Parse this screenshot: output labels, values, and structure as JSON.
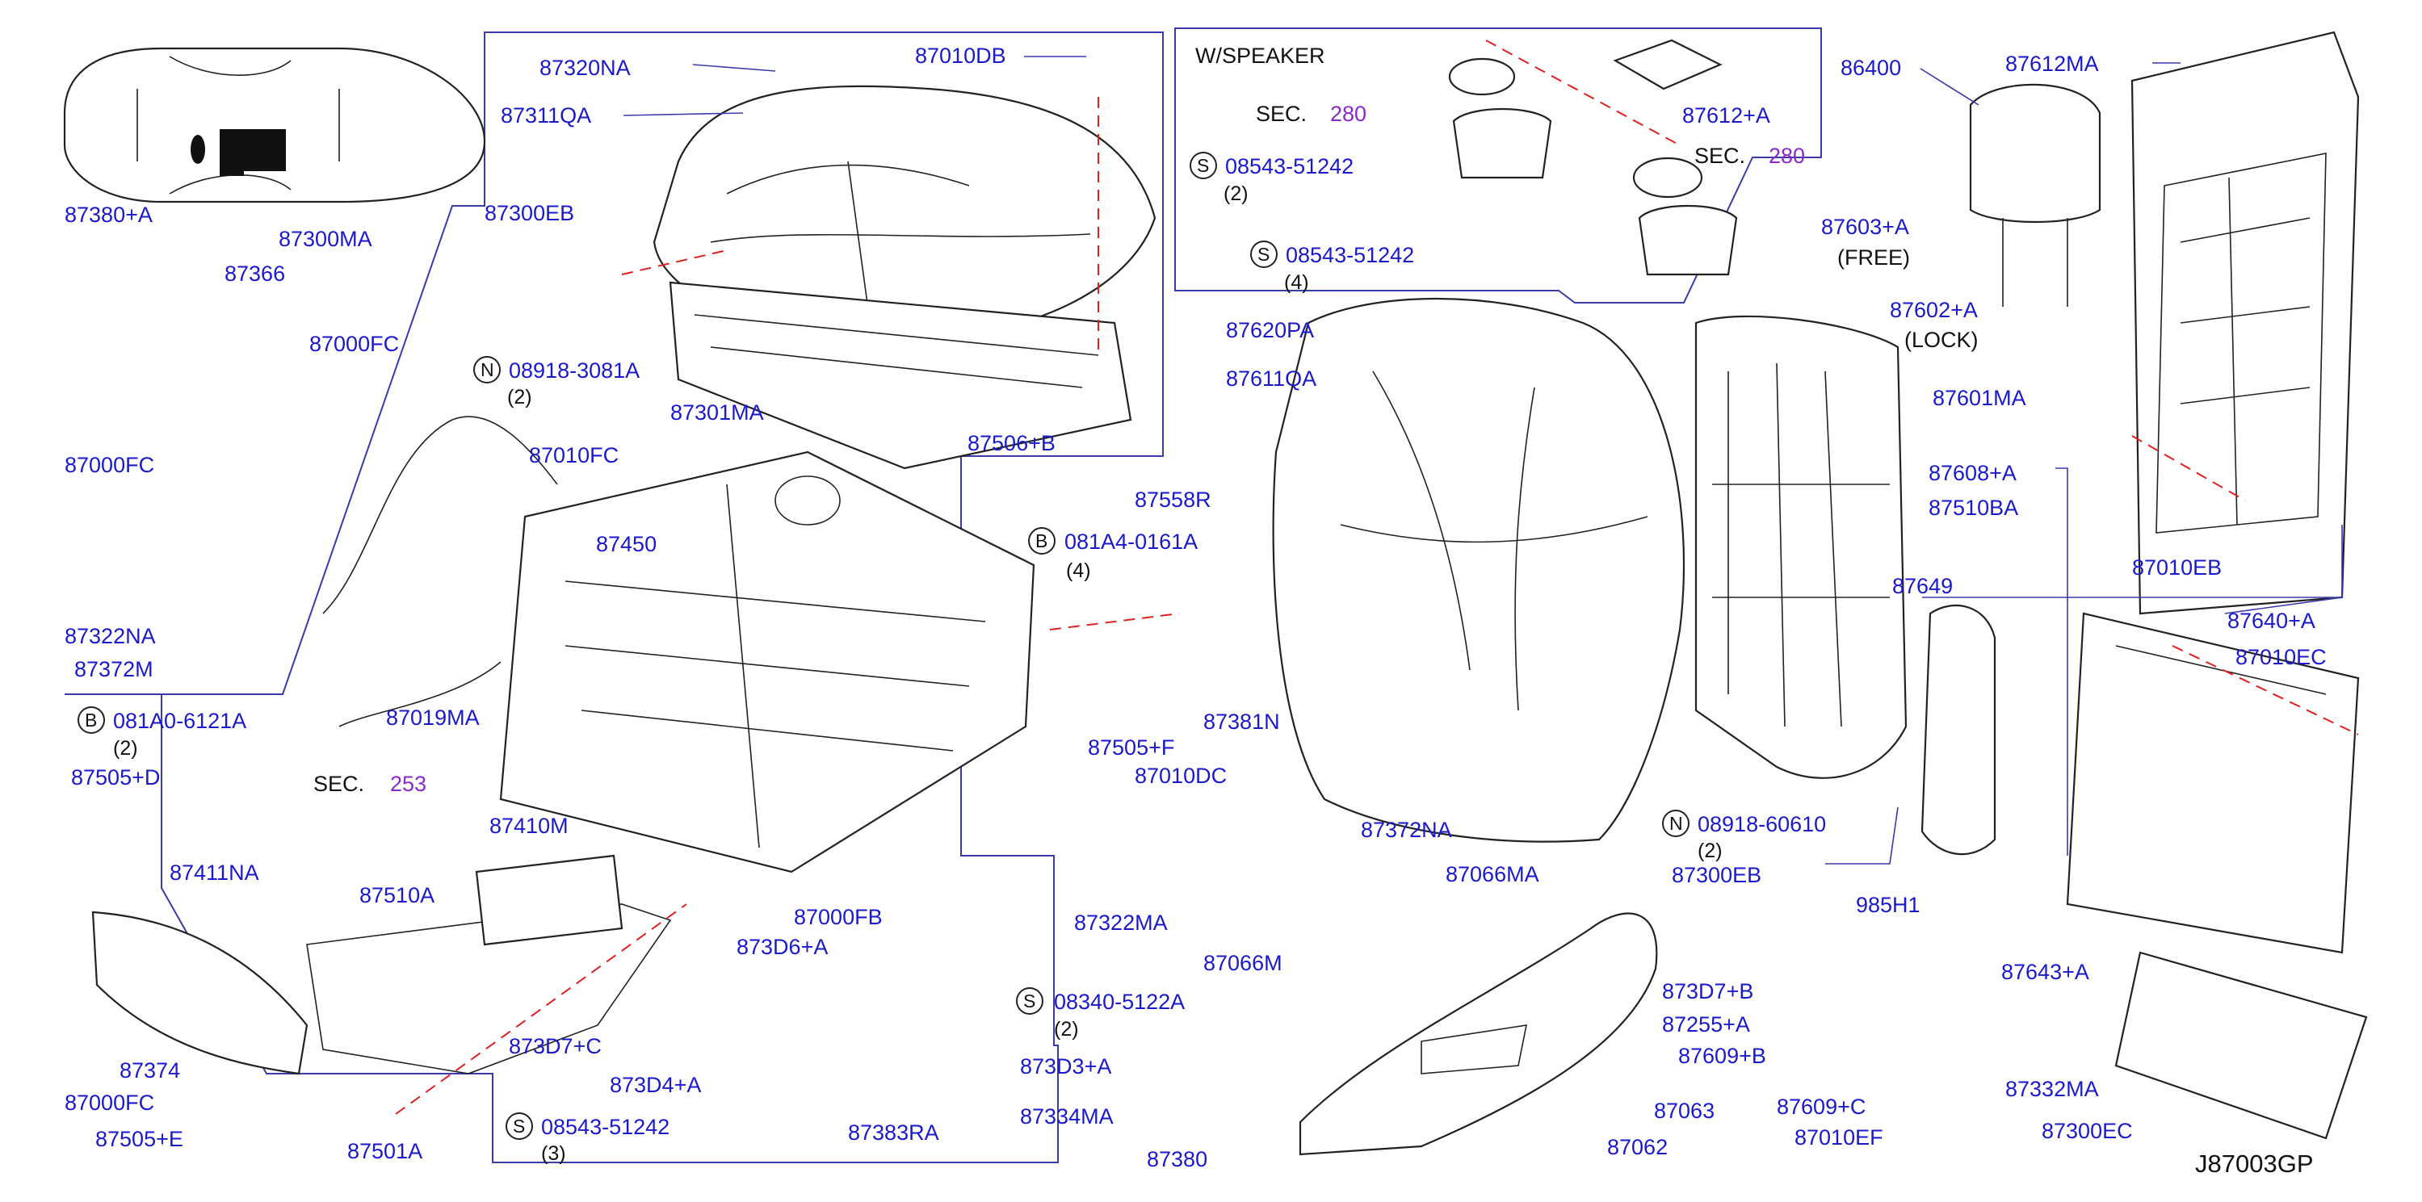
{
  "diagram_code": "J87003GP",
  "parts": {
    "p87380A": "87380+A",
    "p87300MA": "87300MA",
    "p87366": "87366",
    "p87000FC_r": "87000FC",
    "p87000FC_l": "87000FC",
    "p87322NA": "87322NA",
    "p87372M": "87372M",
    "p87320NA": "87320NA",
    "p87311QA": "87311QA",
    "p87300EB_t": "87300EB",
    "p87010DB": "87010DB",
    "p87301MA": "87301MA",
    "p87010FC": "87010FC",
    "p87450": "87450",
    "p87019MA": "87019MA",
    "p87506B": "87506+B",
    "p87558R": "87558R",
    "p87505F": "87505+F",
    "p87010DC": "87010DC",
    "p87322MA": "87322MA",
    "p87505D": "87505+D",
    "p87411NA": "87411NA",
    "p87410M": "87410M",
    "p87510A": "87510A",
    "p87000FB": "87000FB",
    "p873D6A": "873D6+A",
    "p873D7C": "873D7+C",
    "p873D4A": "873D4+A",
    "p873D3A": "873D3+A",
    "p87334MA": "87334MA",
    "p87383RA": "87383RA",
    "p87374": "87374",
    "p87000FC_b": "87000FC",
    "p87505E": "87505+E",
    "p87501A": "87501A",
    "p87612A": "87612+A",
    "p86400": "86400",
    "p87612MA": "87612MA",
    "p87620PA": "87620PA",
    "p87611QA": "87611QA",
    "p87603A": "87603+A",
    "p87602A": "87602+A",
    "p87601MA": "87601MA",
    "p87608A": "87608+A",
    "p87510BA": "87510BA",
    "p87649": "87649",
    "p87010EB": "87010EB",
    "p87640A": "87640+A",
    "p87010EC": "87010EC",
    "p87381N": "87381N",
    "p87372NA": "87372NA",
    "p87066MA": "87066MA",
    "p87066M": "87066M",
    "p87300EB_b": "87300EB",
    "p985H1": "985H1",
    "p873D7B": "873D7+B",
    "p87255A": "87255+A",
    "p87609B": "87609+B",
    "p87609C": "87609+C",
    "p87010EF": "87010EF",
    "p87643A": "87643+A",
    "p87332MA": "87332MA",
    "p87300EC": "87300EC",
    "p87063": "87063",
    "p87062": "87062",
    "p87380": "87380"
  },
  "fasteners": {
    "f1": {
      "prefix": "N",
      "code": "08918-3081A",
      "qty": "(2)"
    },
    "f2": {
      "prefix": "B",
      "code": "081A0-6121A",
      "qty": "(2)"
    },
    "f3": {
      "prefix": "S",
      "code": "08543-51242",
      "qty": "(2)"
    },
    "f4": {
      "prefix": "S",
      "code": "08543-51242",
      "qty": "(4)"
    },
    "f5": {
      "prefix": "B",
      "code": "081A4-0161A",
      "qty": "(4)"
    },
    "f6": {
      "prefix": "S",
      "code": "08340-5122A",
      "qty": "(2)"
    },
    "f7": {
      "prefix": "S",
      "code": "08543-51242",
      "qty": "(3)"
    },
    "f8": {
      "prefix": "N",
      "code": "08918-60610",
      "qty": "(2)"
    }
  },
  "sections": {
    "sec253": {
      "label": "SEC.",
      "num": "253"
    },
    "sec280a": {
      "label": "SEC.",
      "num": "280"
    },
    "sec280b": {
      "label": "SEC.",
      "num": "280"
    }
  },
  "notes": {
    "speaker": "W/SPEAKER",
    "free": "(FREE)",
    "lock": "(LOCK)"
  }
}
